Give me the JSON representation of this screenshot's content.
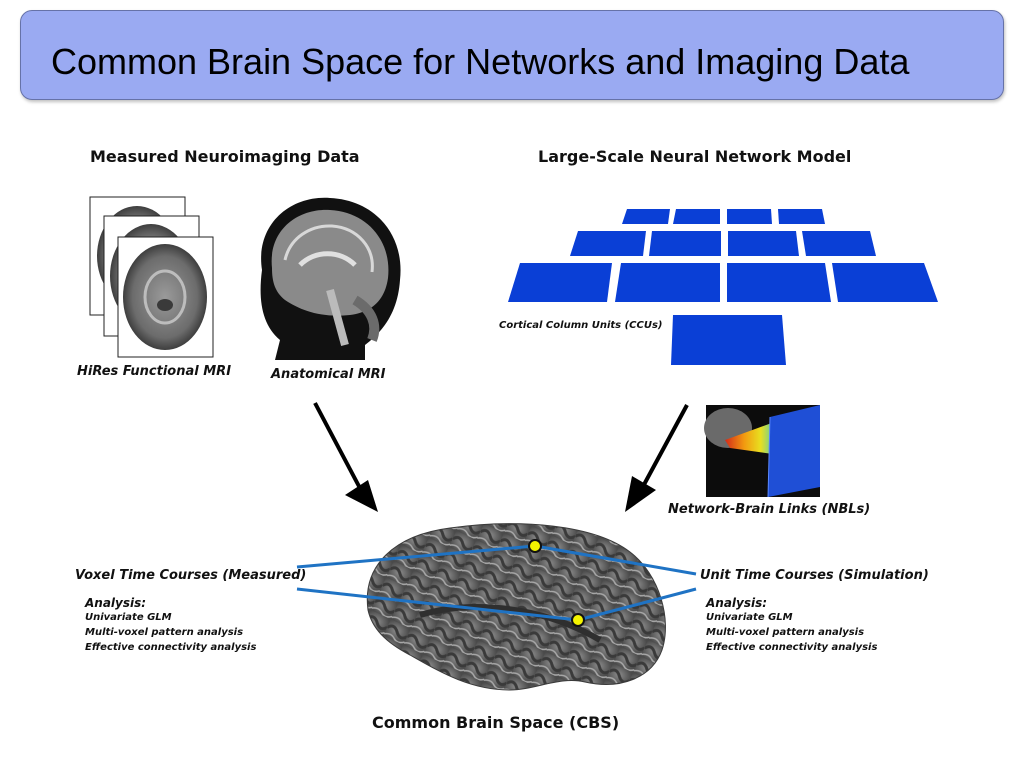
{
  "title": "Common Brain Space for Networks and Imaging Data",
  "diagram": {
    "headings": {
      "left": "Measured Neuroimaging Data",
      "right": "Large-Scale Neural Network Model",
      "bottom": "Common Brain Space (CBS)"
    },
    "labels": {
      "functional_mri": "HiRes Functional MRI",
      "anatomical_mri": "Anatomical MRI",
      "ccu": "Cortical Column Units (CCUs)",
      "nbl": "Network-Brain Links (NBLs)",
      "voxel": "Voxel Time Courses (Measured)",
      "unit": "Unit Time Courses (Simulation)"
    },
    "left_analysis": {
      "title": "Analysis:",
      "items": [
        "Univariate GLM",
        "Multi-voxel pattern analysis",
        "Effective connectivity analysis"
      ]
    },
    "right_analysis": {
      "title": "Analysis:",
      "items": [
        "Univariate GLM",
        "Multi-voxel pattern analysis",
        "Effective connectivity analysis"
      ]
    },
    "colors": {
      "tile": "#0a3fd6",
      "link": "#1f73c4",
      "marker": "#f5f500",
      "title_bg": "#9aaaf2"
    }
  }
}
